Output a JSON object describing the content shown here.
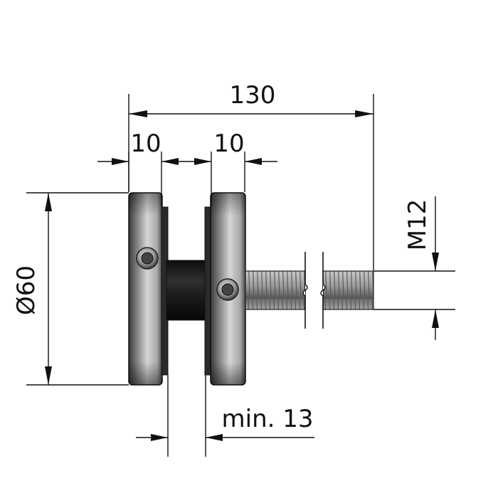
{
  "dimensions": {
    "overall_length": "130",
    "left_disc_thickness": "10",
    "right_disc_thickness": "10",
    "diameter": "Ø60",
    "thread": "M12",
    "min_gap": "min. 13"
  },
  "colors": {
    "line": "#111111",
    "disc_dark": "#3c3c3c",
    "disc_light": "#d4d4d4",
    "spacer": "#161616",
    "thread": "#8a8a8a"
  }
}
